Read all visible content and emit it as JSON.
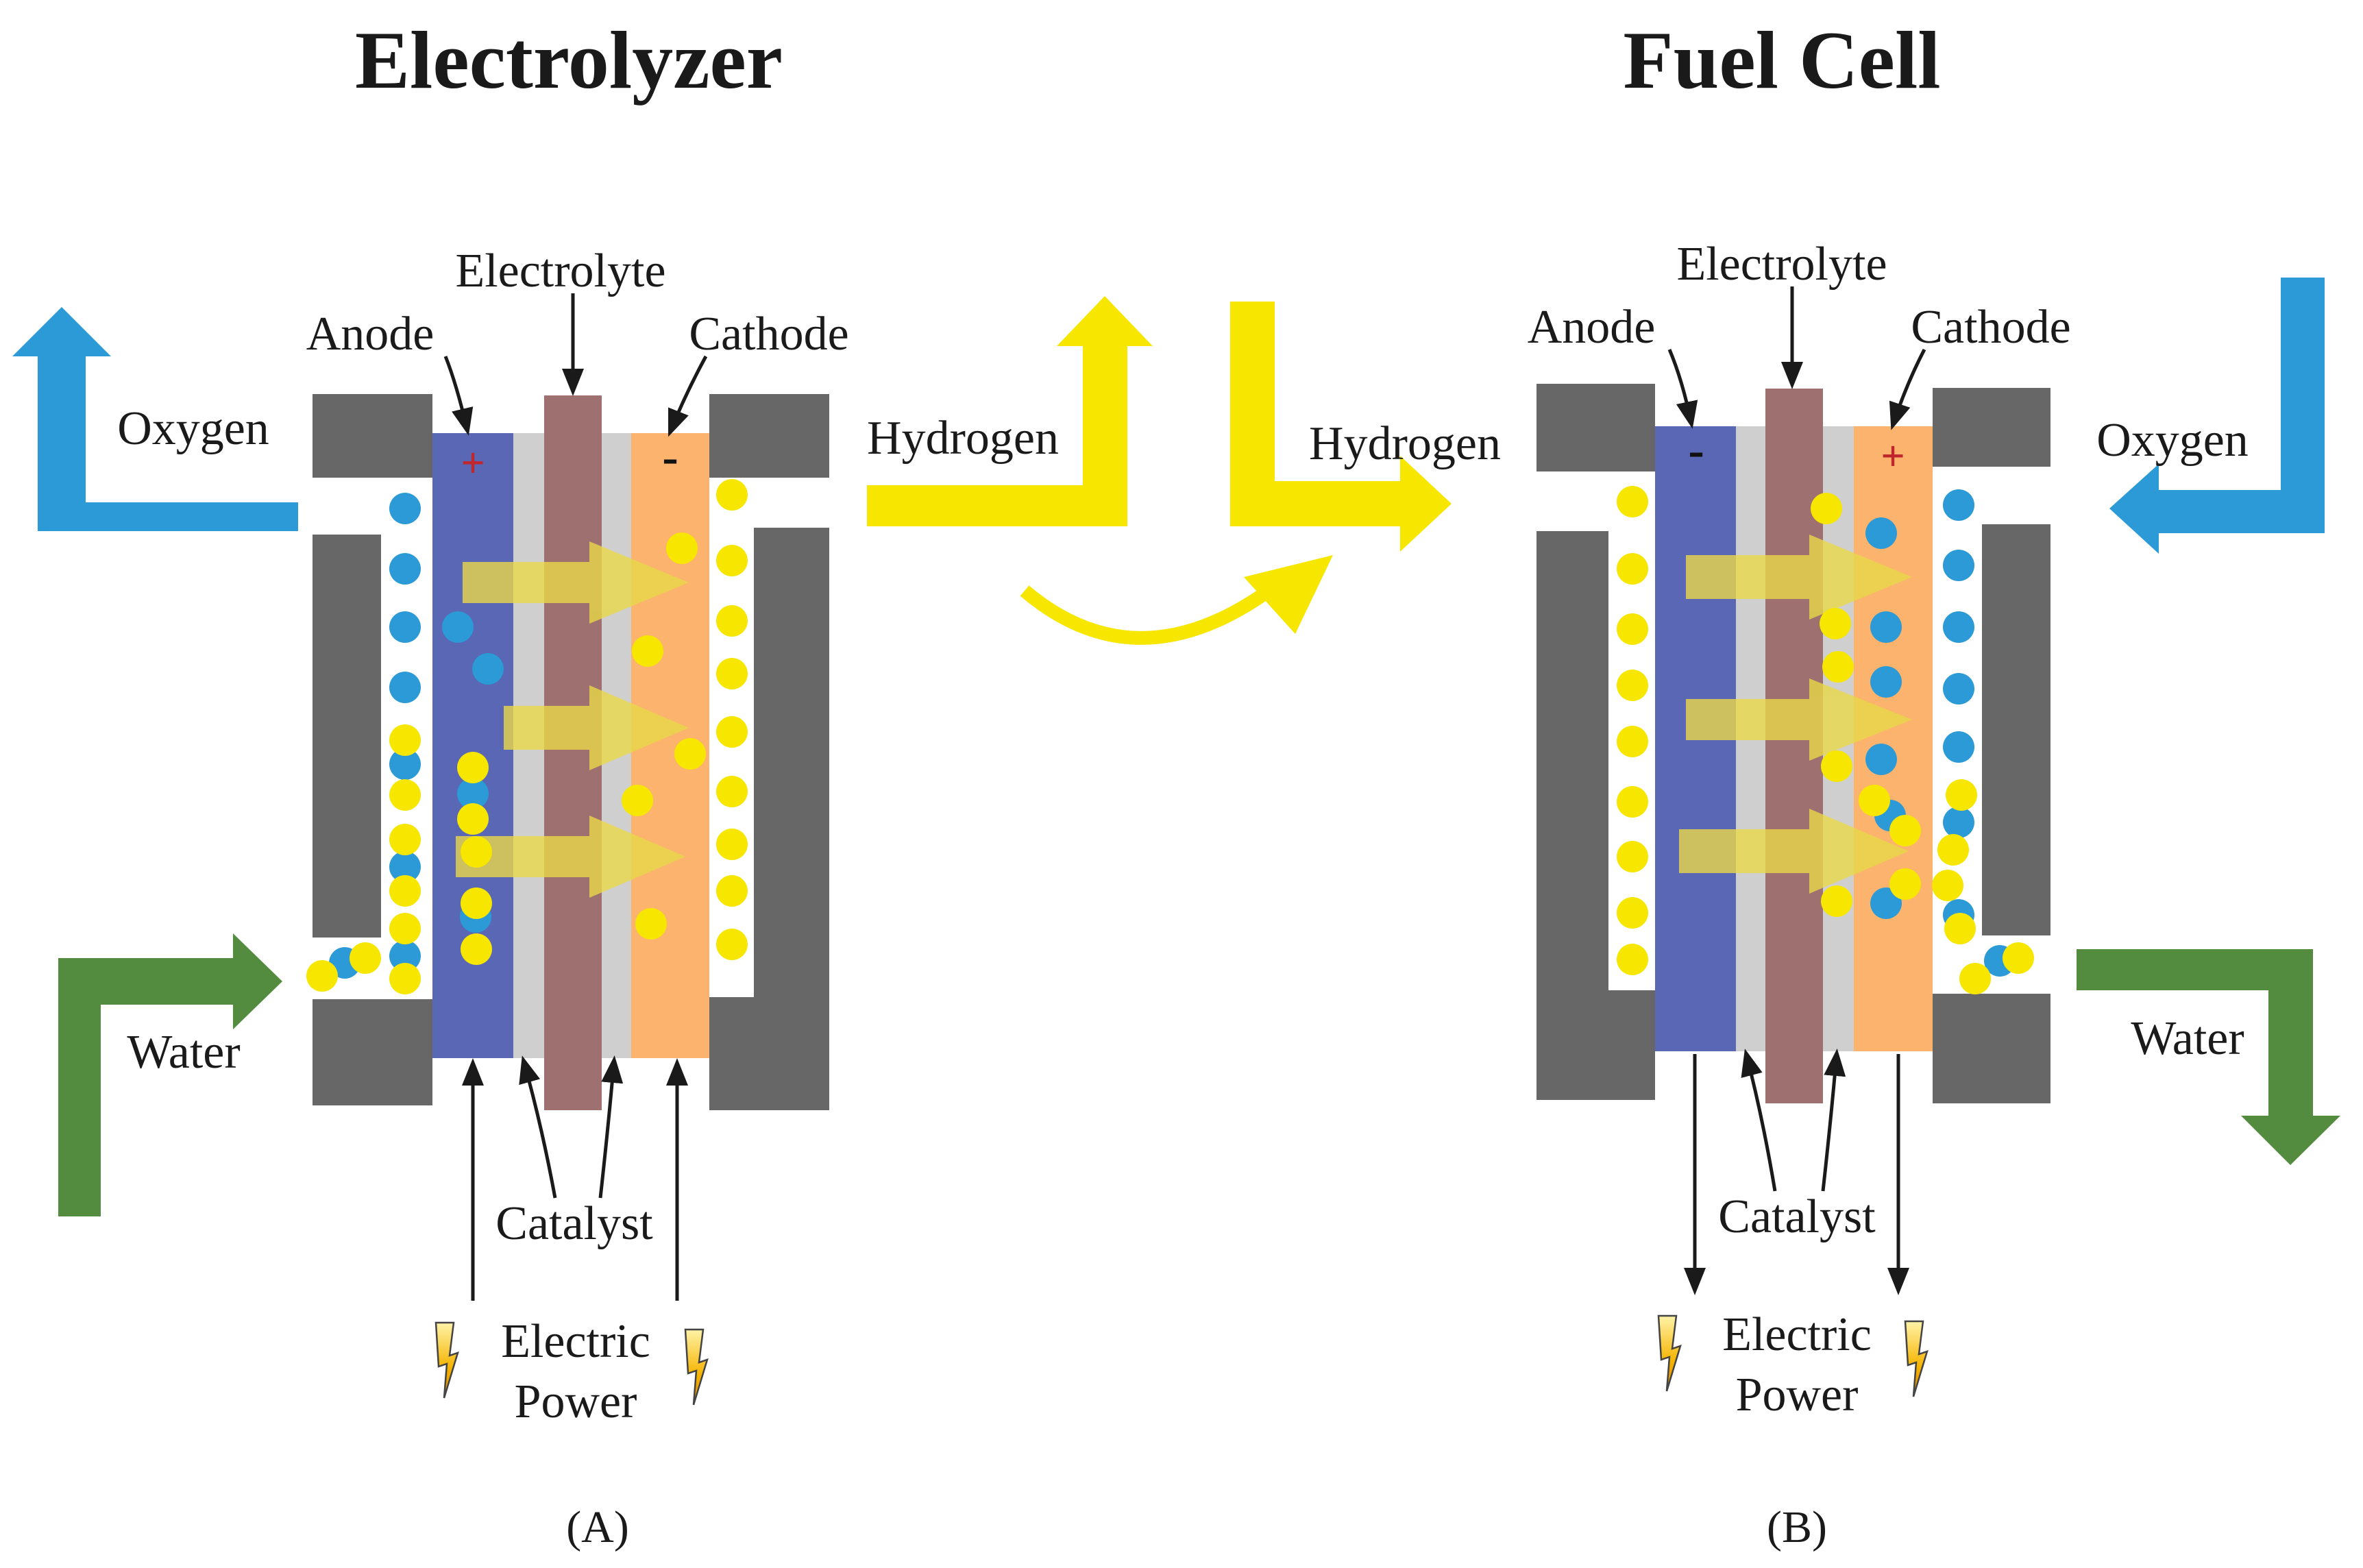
{
  "electrolyzer": {
    "title": "Electrolyzer",
    "panel_label": "(A)",
    "electrolyte": "Electrolyte",
    "anode": "Anode",
    "cathode": "Cathode",
    "anode_sign": "+",
    "cathode_sign": "-",
    "oxygen": "Oxygen",
    "water": "Water",
    "hydrogen": "Hydrogen",
    "catalyst": "Catalyst",
    "power_line1": "Electric",
    "power_line2": "Power"
  },
  "fuel_cell": {
    "title": "Fuel Cell",
    "panel_label": "(B)",
    "electrolyte": "Electrolyte",
    "anode": "Anode",
    "cathode": "Cathode",
    "anode_sign": "-",
    "cathode_sign": "+",
    "oxygen": "Oxygen",
    "water": "Water",
    "hydrogen": "Hydrogen",
    "catalyst": "Catalyst",
    "power_line1": "Electric",
    "power_line2": "Power"
  },
  "colors": {
    "oxygen": "#2b9ad6",
    "hydrogen": "#f6e600",
    "water": "#548c3f",
    "anode": "#5a67b4",
    "cathode": "#fbb36d",
    "catalyst": "#cfcfcf",
    "electrolyte": "#9f7070",
    "housing": "#676767",
    "sign_red": "#c0272d"
  },
  "icons": [
    "lightning-bolt-icon",
    "arrow-icon"
  ]
}
